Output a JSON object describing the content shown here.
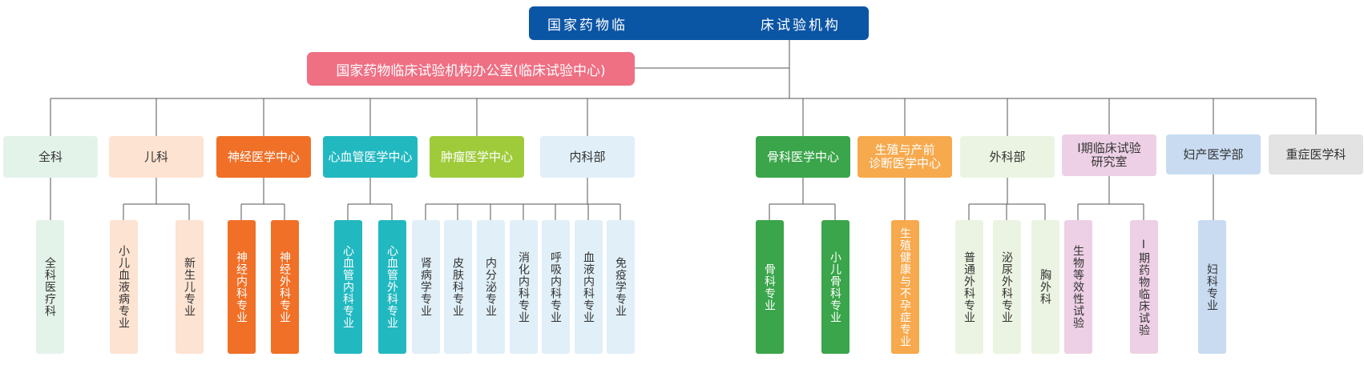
{
  "root": {
    "part1": "国家药物临",
    "part2": "床试验机构"
  },
  "office": {
    "label": "国家药物临床试验机构办公室(临床试验中心)"
  },
  "departments": [
    {
      "label": "全科",
      "color": "#e4f3ea",
      "text": "#333333",
      "children": [
        {
          "label": "全科医疗科"
        }
      ]
    },
    {
      "label": "儿科",
      "color": "#fde3d2",
      "text": "#333333",
      "children": [
        {
          "label": "小儿血液病专业"
        },
        {
          "label": "新生儿专业"
        }
      ]
    },
    {
      "label": "神经医学中心",
      "color": "#f07027",
      "text": "#ffffff",
      "children": [
        {
          "label": "神经内科专业"
        },
        {
          "label": "神经外科专业"
        }
      ]
    },
    {
      "label": "心血管医学中心",
      "color": "#22b8c0",
      "text": "#ffffff",
      "children": [
        {
          "label": "心血管内科专业"
        },
        {
          "label": "心血管外科专业"
        }
      ]
    },
    {
      "label": "肿瘤医学中心",
      "color": "#9fcb3b",
      "text": "#ffffff",
      "children": []
    },
    {
      "label": "内科部",
      "color": "#e0eff8",
      "text": "#333333",
      "children": [
        {
          "label": "肾病学专业"
        },
        {
          "label": "皮肤科专业"
        },
        {
          "label": "内分泌专业"
        },
        {
          "label": "消化内科专业"
        },
        {
          "label": "呼吸内科专业"
        },
        {
          "label": "血液内科专业"
        },
        {
          "label": "免疫学专业"
        }
      ]
    },
    {
      "label": "骨科医学中心",
      "color": "#3aa54a",
      "text": "#ffffff",
      "children": [
        {
          "label": "骨科专业"
        },
        {
          "label": "小儿骨科专业"
        }
      ]
    },
    {
      "label": "生殖与产前\n诊断医学中心",
      "color": "#f7a94d",
      "text": "#ffffff",
      "children": [
        {
          "label": "生殖健康与不孕症专业"
        }
      ]
    },
    {
      "label": "外科部",
      "color": "#ebf4e2",
      "text": "#333333",
      "children": [
        {
          "label": "普通外科专业"
        },
        {
          "label": "泌尿外科专业"
        },
        {
          "label": "胸外科"
        }
      ]
    },
    {
      "label": "Ⅰ期临床试验\n研究室",
      "color": "#edd0e5",
      "text": "#333333",
      "children": [
        {
          "label": "生物等效性试验"
        },
        {
          "label": "Ⅰ期药物临床试验"
        }
      ]
    },
    {
      "label": "妇产医学部",
      "color": "#c8dbf1",
      "text": "#333333",
      "children": [
        {
          "label": "妇科专业"
        }
      ]
    },
    {
      "label": "重症医学科",
      "color": "#e3e3e3",
      "text": "#333333",
      "children": []
    }
  ]
}
